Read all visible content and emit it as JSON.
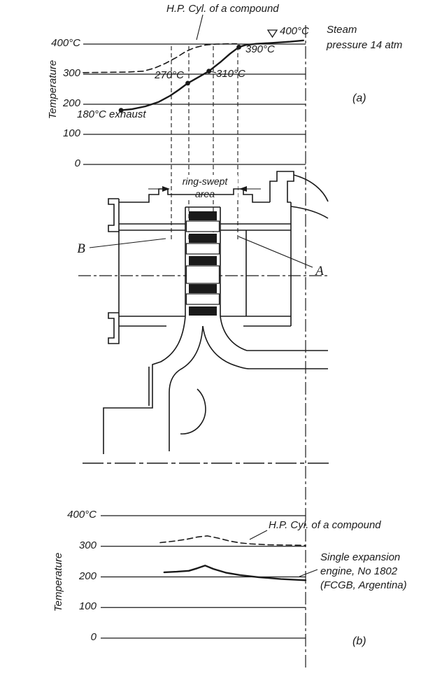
{
  "colors": {
    "ink": "#1a1a1a",
    "paper": "#ffffff"
  },
  "figure": {
    "panel_a_label": "(a)",
    "panel_b_label": "(b)"
  },
  "engine": {
    "label_a": "A",
    "label_b": "B",
    "ring_swept_line1": "ring-swept",
    "ring_swept_line2": "area"
  },
  "chart_data": [
    {
      "id": "a",
      "type": "line",
      "title": "Temperature distribution along cylinder (a)",
      "xlabel": "",
      "ylabel": "Temperature",
      "ylim": [
        0,
        400
      ],
      "yticks": [
        "400°C",
        "300",
        "200",
        "100",
        "0"
      ],
      "grid": false,
      "series": [
        {
          "name": "Single expansion engine (solid)",
          "style": "solid",
          "points": [
            [
              0.17,
              180
            ],
            [
              0.22,
              184
            ],
            [
              0.28,
              193
            ],
            [
              0.34,
              208
            ],
            [
              0.39,
              228
            ],
            [
              0.43,
              248
            ],
            [
              0.47,
              270
            ],
            [
              0.52,
              291
            ],
            [
              0.565,
              310
            ],
            [
              0.62,
              342
            ],
            [
              0.66,
              368
            ],
            [
              0.7,
              390
            ],
            [
              0.73,
              397
            ],
            [
              0.78,
              401
            ],
            [
              0.85,
              404
            ],
            [
              0.93,
              408
            ],
            [
              0.99,
              412
            ]
          ],
          "markers": [
            [
              0.17,
              180
            ],
            [
              0.47,
              270
            ],
            [
              0.565,
              310
            ],
            [
              0.7,
              390
            ]
          ]
        },
        {
          "name": "H.P. Cyl. of a compound (dashed)",
          "style": "dashed",
          "points": [
            [
              0.0,
              305
            ],
            [
              0.1,
              306
            ],
            [
              0.2,
              307
            ],
            [
              0.27,
              310
            ],
            [
              0.32,
              320
            ],
            [
              0.37,
              336
            ],
            [
              0.42,
              356
            ],
            [
              0.46,
              375
            ],
            [
              0.5,
              388
            ],
            [
              0.55,
              397
            ],
            [
              0.6,
              400
            ],
            [
              0.65,
              401
            ],
            [
              0.69,
              401
            ]
          ]
        }
      ],
      "annotations": {
        "hp_label": "H.P. Cyl. of a compound",
        "t400": "400°C",
        "steam_line1": "Steam",
        "steam_line2": "pressure 14 atm",
        "t390": "390°C",
        "t310": "310°C",
        "t270": "270°C",
        "exhaust": "180°C exhaust"
      }
    },
    {
      "id": "b",
      "type": "line",
      "title": "Mean wall temperature comparison (b)",
      "xlabel": "",
      "ylabel": "Temperature",
      "ylim": [
        0,
        400
      ],
      "yticks": [
        "400°C",
        "300",
        "200",
        "100",
        "0"
      ],
      "grid": false,
      "series": [
        {
          "name": "H.P. Cyl. of a compound (dashed)",
          "style": "dashed",
          "points": [
            [
              0.29,
              312
            ],
            [
              0.36,
              317
            ],
            [
              0.42,
              323
            ],
            [
              0.47,
              330
            ],
            [
              0.52,
              334
            ],
            [
              0.57,
              327
            ],
            [
              0.63,
              317
            ],
            [
              0.68,
              311
            ],
            [
              0.73,
              308
            ],
            [
              0.82,
              305
            ],
            [
              0.91,
              304
            ],
            [
              1.0,
              303
            ]
          ]
        },
        {
          "name": "Single expansion engine, No 1802 (FCGB, Argentina) (solid)",
          "style": "solid",
          "points": [
            [
              0.31,
              215
            ],
            [
              0.37,
              217
            ],
            [
              0.43,
              220
            ],
            [
              0.47,
              228
            ],
            [
              0.51,
              237
            ],
            [
              0.55,
              226
            ],
            [
              0.61,
              214
            ],
            [
              0.68,
              206
            ],
            [
              0.77,
              199
            ],
            [
              0.88,
              193
            ],
            [
              1.0,
              189
            ]
          ]
        }
      ],
      "annotations": {
        "hp_label": "H.P. Cyl. of a compound",
        "eng_line1": "Single expansion",
        "eng_line2": "engine, No 1802",
        "eng_line3": "(FCGB, Argentina)"
      }
    }
  ]
}
